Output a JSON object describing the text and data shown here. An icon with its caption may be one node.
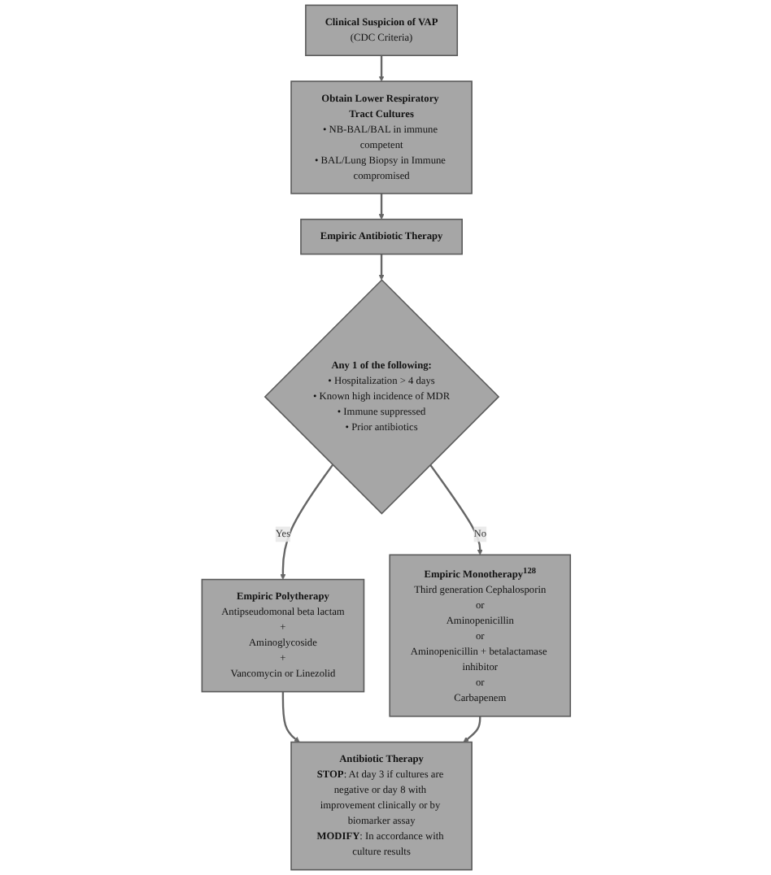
{
  "diagram": {
    "nodes": [
      {
        "text": [
          "Clinical Suspicion of VAP",
          "(CDC Criteria)"
        ]
      },
      {
        "text": [
          "Obtain Lower Respiratory Tract Cultures",
          "• NB-BAL/BAL in immune competent",
          "• BAL/Lung Biopsy in Immune compromised"
        ]
      },
      {
        "text": [
          "Empiric Antibiotic Therapy"
        ]
      },
      {
        "text": [
          "Any 1 of the following:",
          "• Hospitalization > 4 days",
          "• Known high incidence of MDR",
          "• Immune suppressed",
          "• Prior antibiotics"
        ]
      },
      {
        "text": [
          "Empiric Polytherapy",
          "Antipseudomonal beta lactam",
          "+",
          "Aminoglycoside",
          "+",
          "Vancomycin or Linezolid"
        ]
      },
      {
        "text": [
          "Empiric Monotherapy$^{128}$",
          "Third generation Cephalosporin",
          "or",
          "Aminopenicillin",
          "or",
          "Aminopenicillin + betalactamase inhibitor",
          "or",
          "Carbapenem"
        ]
      },
      {
        "text": [
          "Antibiotic Therapy",
          "**STOP**: At day 3 if cultures are negative or day 8 with improvement clinically or by biomarker assay",
          "**MODIFY**: In accordance with culture results"
        ]
      }
    ],
    "edges": [
      {
        "from": 0,
        "to": 1,
        "arrow": "to"
      },
      {
        "from": 1,
        "to": 2,
        "arrow": "to"
      },
      {
        "from": 2,
        "to": 3,
        "arrow": "to"
      },
      {
        "from": 3,
        "to": 4,
        "arrow": "to",
        "label": "Yes"
      },
      {
        "from": 3,
        "to": 5,
        "arrow": "to",
        "label": "No"
      },
      {
        "from": 4,
        "to": 6,
        "arrow": "to"
      },
      {
        "from": 5,
        "to": 6,
        "arrow": "to"
      }
    ]
  }
}
